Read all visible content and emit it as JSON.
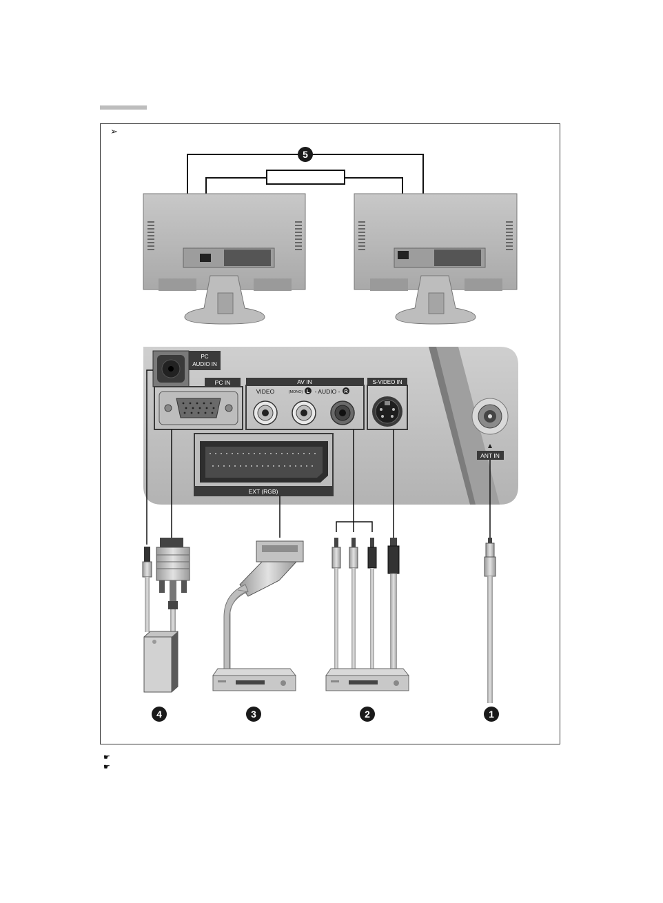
{
  "labels": {
    "pc_audio_in_line1": "PC",
    "pc_audio_in_line2": "AUDIO IN",
    "pc_in": "PC IN",
    "av_in": "AV IN",
    "video": "VIDEO",
    "mono": "(MONO)",
    "left_channel": "L",
    "audio": "- AUDIO -",
    "right_channel": "R",
    "s_video_in": "S-VIDEO IN",
    "ant_in": "ANT IN",
    "ext_rgb": "EXT (RGB)"
  },
  "callouts": {
    "n1": "1",
    "n2": "2",
    "n3": "3",
    "n4": "4",
    "n5": "5"
  },
  "icons": {
    "header_arrow": "arrow-right-icon",
    "note_hand": "pointing-hand-icon"
  },
  "glyphs": {
    "header_arrow": "➢",
    "note_hand": "☛"
  },
  "colors": {
    "panel": "#c2c2c2",
    "panel_dark": "#8f8f8f",
    "label_bar": "#3a3a3a",
    "tv_body": "#b4b4b4",
    "callout": "#1a1a1a"
  }
}
